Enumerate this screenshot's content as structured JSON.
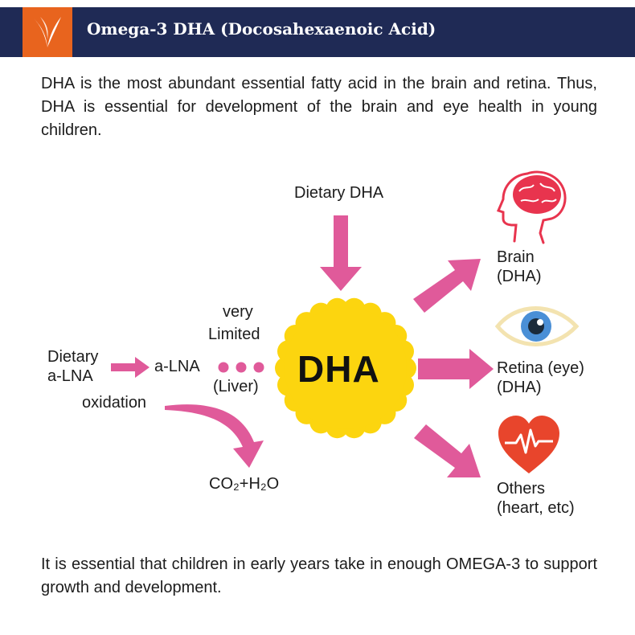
{
  "header": {
    "title": "Omega-3 DHA (Docosahexaenoic Acid)",
    "brand_color": "#1f2a55",
    "logo_color": "#e8641e"
  },
  "intro_text": "DHA is the most abundant essential fatty acid in the brain and retina. Thus, DHA is essential for development of the brain and eye health in young children.",
  "diagram": {
    "center_label": "DHA",
    "center_color": "#fcd50f",
    "arrow_color": "#e05a9a",
    "dietary_dha": "Dietary DHA",
    "very": "very",
    "limited": "Limited",
    "dietary": "Dietary",
    "a_lna_input": "a-LNA",
    "a_lna": "a-LNA",
    "liver": "(Liver)",
    "oxidation": "oxidation",
    "products": "CO₂+H₂O",
    "targets": {
      "brain": {
        "name": "Brain",
        "sub": "(DHA)",
        "icon": "brain-icon"
      },
      "retina": {
        "name": "Retina (eye)",
        "sub": "(DHA)",
        "icon": "eye-icon"
      },
      "others": {
        "name": "Others",
        "sub": "(heart, etc)",
        "icon": "heart-icon"
      }
    }
  },
  "outro_text": "It is essential that children in early years take in enough OMEGA-3 to support growth and development."
}
